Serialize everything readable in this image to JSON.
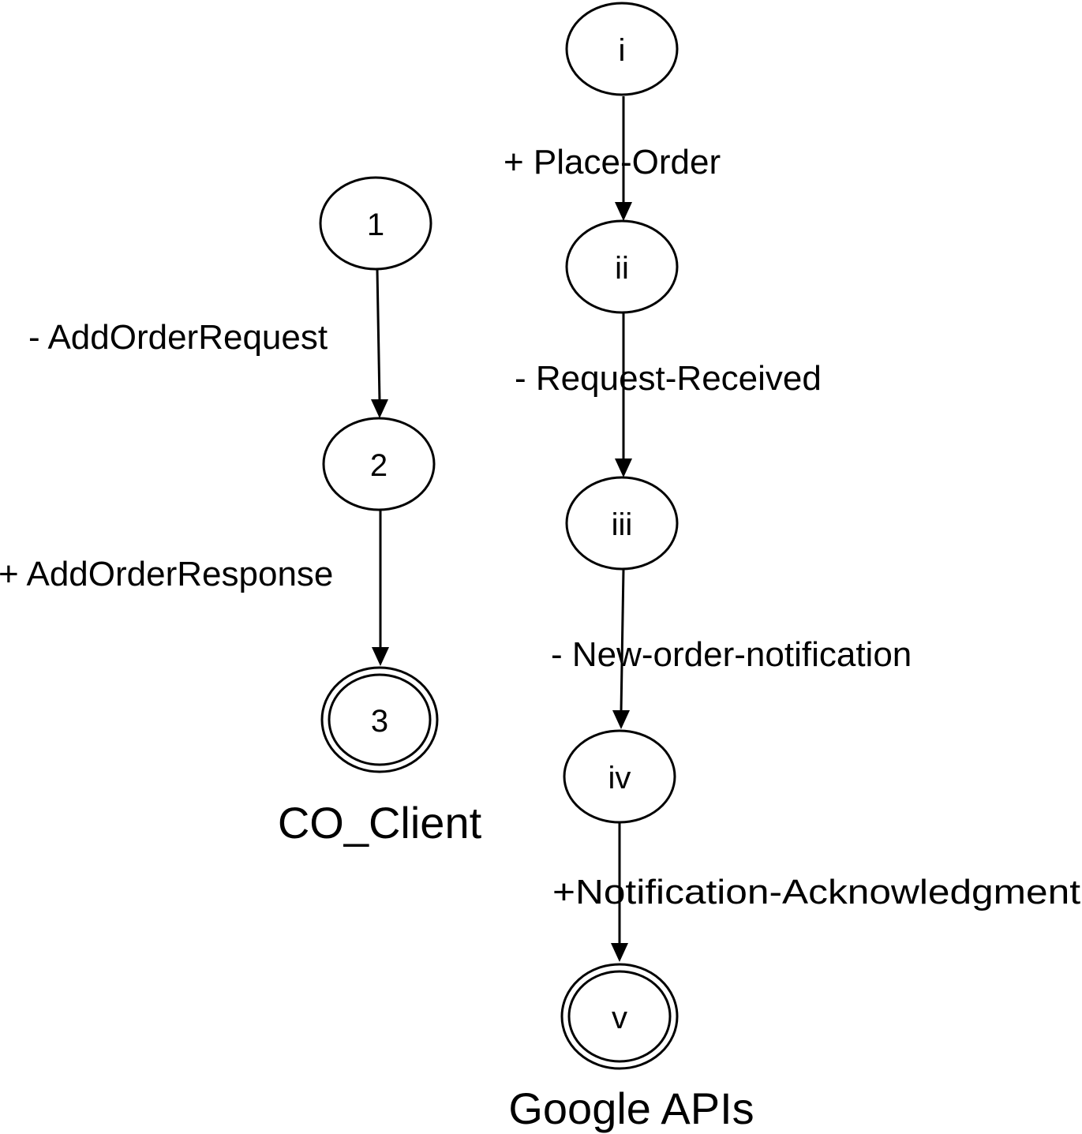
{
  "machines": [
    {
      "name": "CO_Client",
      "states": [
        {
          "id": "1",
          "label": "1",
          "final": false
        },
        {
          "id": "2",
          "label": "2",
          "final": false
        },
        {
          "id": "3",
          "label": "3",
          "final": true
        }
      ],
      "transitions": [
        {
          "from": "1",
          "to": "2",
          "label": "- AddOrderRequest"
        },
        {
          "from": "2",
          "to": "3",
          "label": "+ AddOrderResponse"
        }
      ]
    },
    {
      "name": "Google APIs",
      "states": [
        {
          "id": "i",
          "label": "i",
          "final": false
        },
        {
          "id": "ii",
          "label": "ii",
          "final": false
        },
        {
          "id": "iii",
          "label": "iii",
          "final": false
        },
        {
          "id": "iv",
          "label": "iv",
          "final": false
        },
        {
          "id": "v",
          "label": "v",
          "final": true
        }
      ],
      "transitions": [
        {
          "from": "i",
          "to": "ii",
          "label": "+ Place-Order"
        },
        {
          "from": "ii",
          "to": "iii",
          "label": "- Request-Received"
        },
        {
          "from": "iii",
          "to": "iv",
          "label": "- New-order-notification"
        },
        {
          "from": "iv",
          "to": "v",
          "label": "+Notification-Acknowledgment"
        }
      ]
    }
  ]
}
